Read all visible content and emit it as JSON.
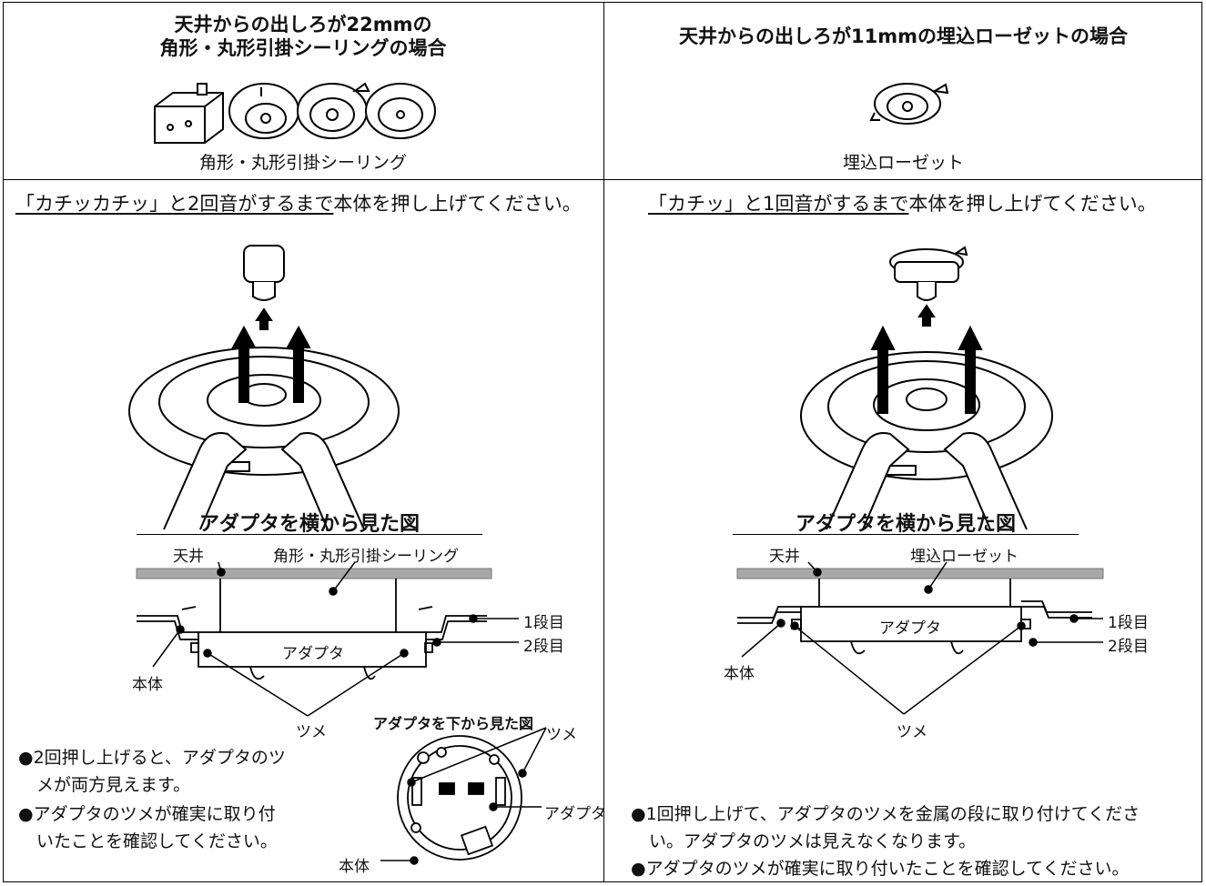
{
  "left": {
    "header_line1": "天井からの出しろが22mmの",
    "header_line2": "角形・丸形引掛シーリングの場合",
    "image_caption": "角形・丸形引掛シーリング",
    "instruction_underlined": "「カチッカチッ」と2回音がするまで",
    "instruction_rest": "本体を押し上げてください。",
    "figure_title": "アダプタを横から見た図",
    "labels": {
      "ceiling": "天井",
      "fitting": "角形・丸形引掛シーリング",
      "step1": "1段目",
      "step2": "2段目",
      "adapter": "アダプタ",
      "body": "本体",
      "claw": "ツメ"
    },
    "bottom_view_title": "アダプタを下から見た図",
    "bottom_labels": {
      "claw": "ツメ",
      "adapter": "アダプタ",
      "body": "本体"
    },
    "bullets": [
      {
        "line1": "●2回押し上げると、アダプタのツ",
        "line2": "メが両方見えます。"
      },
      {
        "line1": "●アダプタのツメが確実に取り付",
        "line2": "いたことを確認してください。"
      }
    ]
  },
  "right": {
    "header": "天井からの出しろが11mmの埋込ローゼットの場合",
    "image_caption": "埋込ローゼット",
    "instruction_underlined": "「カチッ」と1回音がするまで",
    "instruction_rest": "本体を押し上げてください。",
    "figure_title": "アダプタを横から見た図",
    "labels": {
      "ceiling": "天井",
      "fitting": "埋込ローゼット",
      "step1": "1段目",
      "step2": "2段目",
      "adapter": "アダプタ",
      "body": "本体",
      "claw": "ツメ"
    },
    "bullets": [
      {
        "line1": "●1回押し上げて、アダプタのツメを金属の段に取り付けてくださ",
        "line2": "い。アダプタのツメは見えなくなります。"
      },
      {
        "line1": "●アダプタのツメが確実に取り付いたことを確認してください。",
        "line2": ""
      }
    ]
  }
}
